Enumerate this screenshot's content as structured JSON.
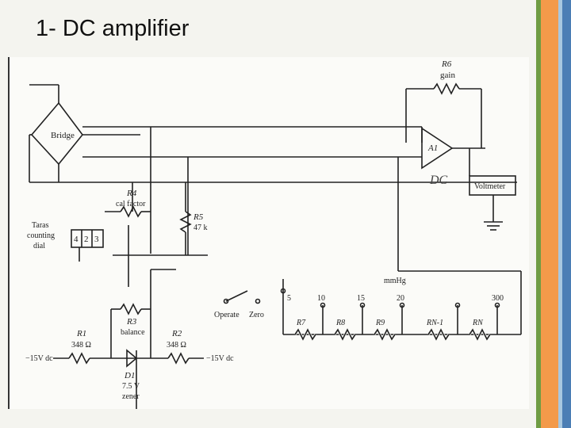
{
  "slide": {
    "title": "1- DC amplifier"
  },
  "colors": {
    "stripe_green": "#6f9c43",
    "stripe_orange": "#f39a4a",
    "stripe_lightblue": "#a8c8e0",
    "stripe_blue": "#4b7eb5"
  },
  "diagram": {
    "bridge": "Bridge",
    "r6_name": "R6",
    "r6_desc": "gain",
    "opamp": "A1",
    "handwritten_dc": "DC",
    "voltmeter": "Voltmeter",
    "r4_name": "R4",
    "r4_desc": "cal factor",
    "r5_name": "R5",
    "r5_value": "47 k",
    "dial_label_1": "Taras",
    "dial_label_2": "counting",
    "dial_label_3": "dial",
    "dial_digits": [
      "4",
      "2",
      "3"
    ],
    "r3_name": "R3",
    "r3_desc": "balance",
    "r1_name": "R1",
    "r1_value": "348 Ω",
    "r2_name": "R2",
    "r2_value": "348 Ω",
    "supply_left": "−15V dc",
    "supply_right": "−15V dc",
    "d1_name": "D1",
    "d1_desc1": "7.5 V",
    "d1_desc2": "zener",
    "operate": "Operate",
    "zero": "Zero",
    "mmhg": "mmHg",
    "range_labels": [
      "5",
      "10",
      "15",
      "20",
      "300"
    ],
    "range_resistors": [
      "R7",
      "R8",
      "R9",
      "RN-1",
      "RN"
    ]
  }
}
